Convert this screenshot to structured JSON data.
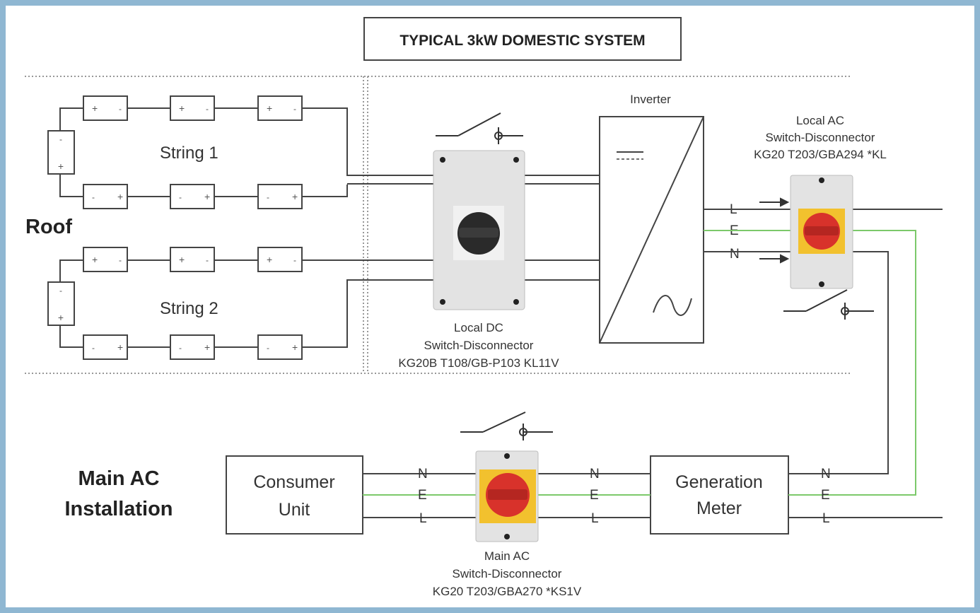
{
  "title": "TYPICAL 3kW DOMESTIC SYSTEM",
  "roof_label": "Roof",
  "strings": [
    "String 1",
    "String 2"
  ],
  "inverter_label": "Inverter",
  "local_ac": {
    "lines": [
      "Local AC",
      "Switch-Disconnector",
      "KG20 T203/GBA294 *KL"
    ]
  },
  "local_dc": {
    "lines": [
      "Local DC",
      "Switch-Disconnector",
      "KG20B T108/GB-P103 KL11V"
    ]
  },
  "main_ac_installation": [
    "Main AC",
    "Installation"
  ],
  "consumer_unit": [
    "Consumer",
    "Unit"
  ],
  "generation_meter": [
    "Generation",
    "Meter"
  ],
  "main_ac": {
    "lines": [
      "Main AC",
      "Switch-Disconnector",
      "KG20 T203/GBA270 *KS1V"
    ]
  },
  "inverter_terminals": [
    "L",
    "E",
    "N"
  ],
  "ac_terminals": [
    "N",
    "E",
    "L"
  ],
  "colors": {
    "line": "#444444",
    "earth": "#7cc96a",
    "red_switch": "#d8322b",
    "yellow_plate": "#f2c12e",
    "grey_enclosure": "#e3e3e3",
    "frame": "#8fb7d2"
  }
}
